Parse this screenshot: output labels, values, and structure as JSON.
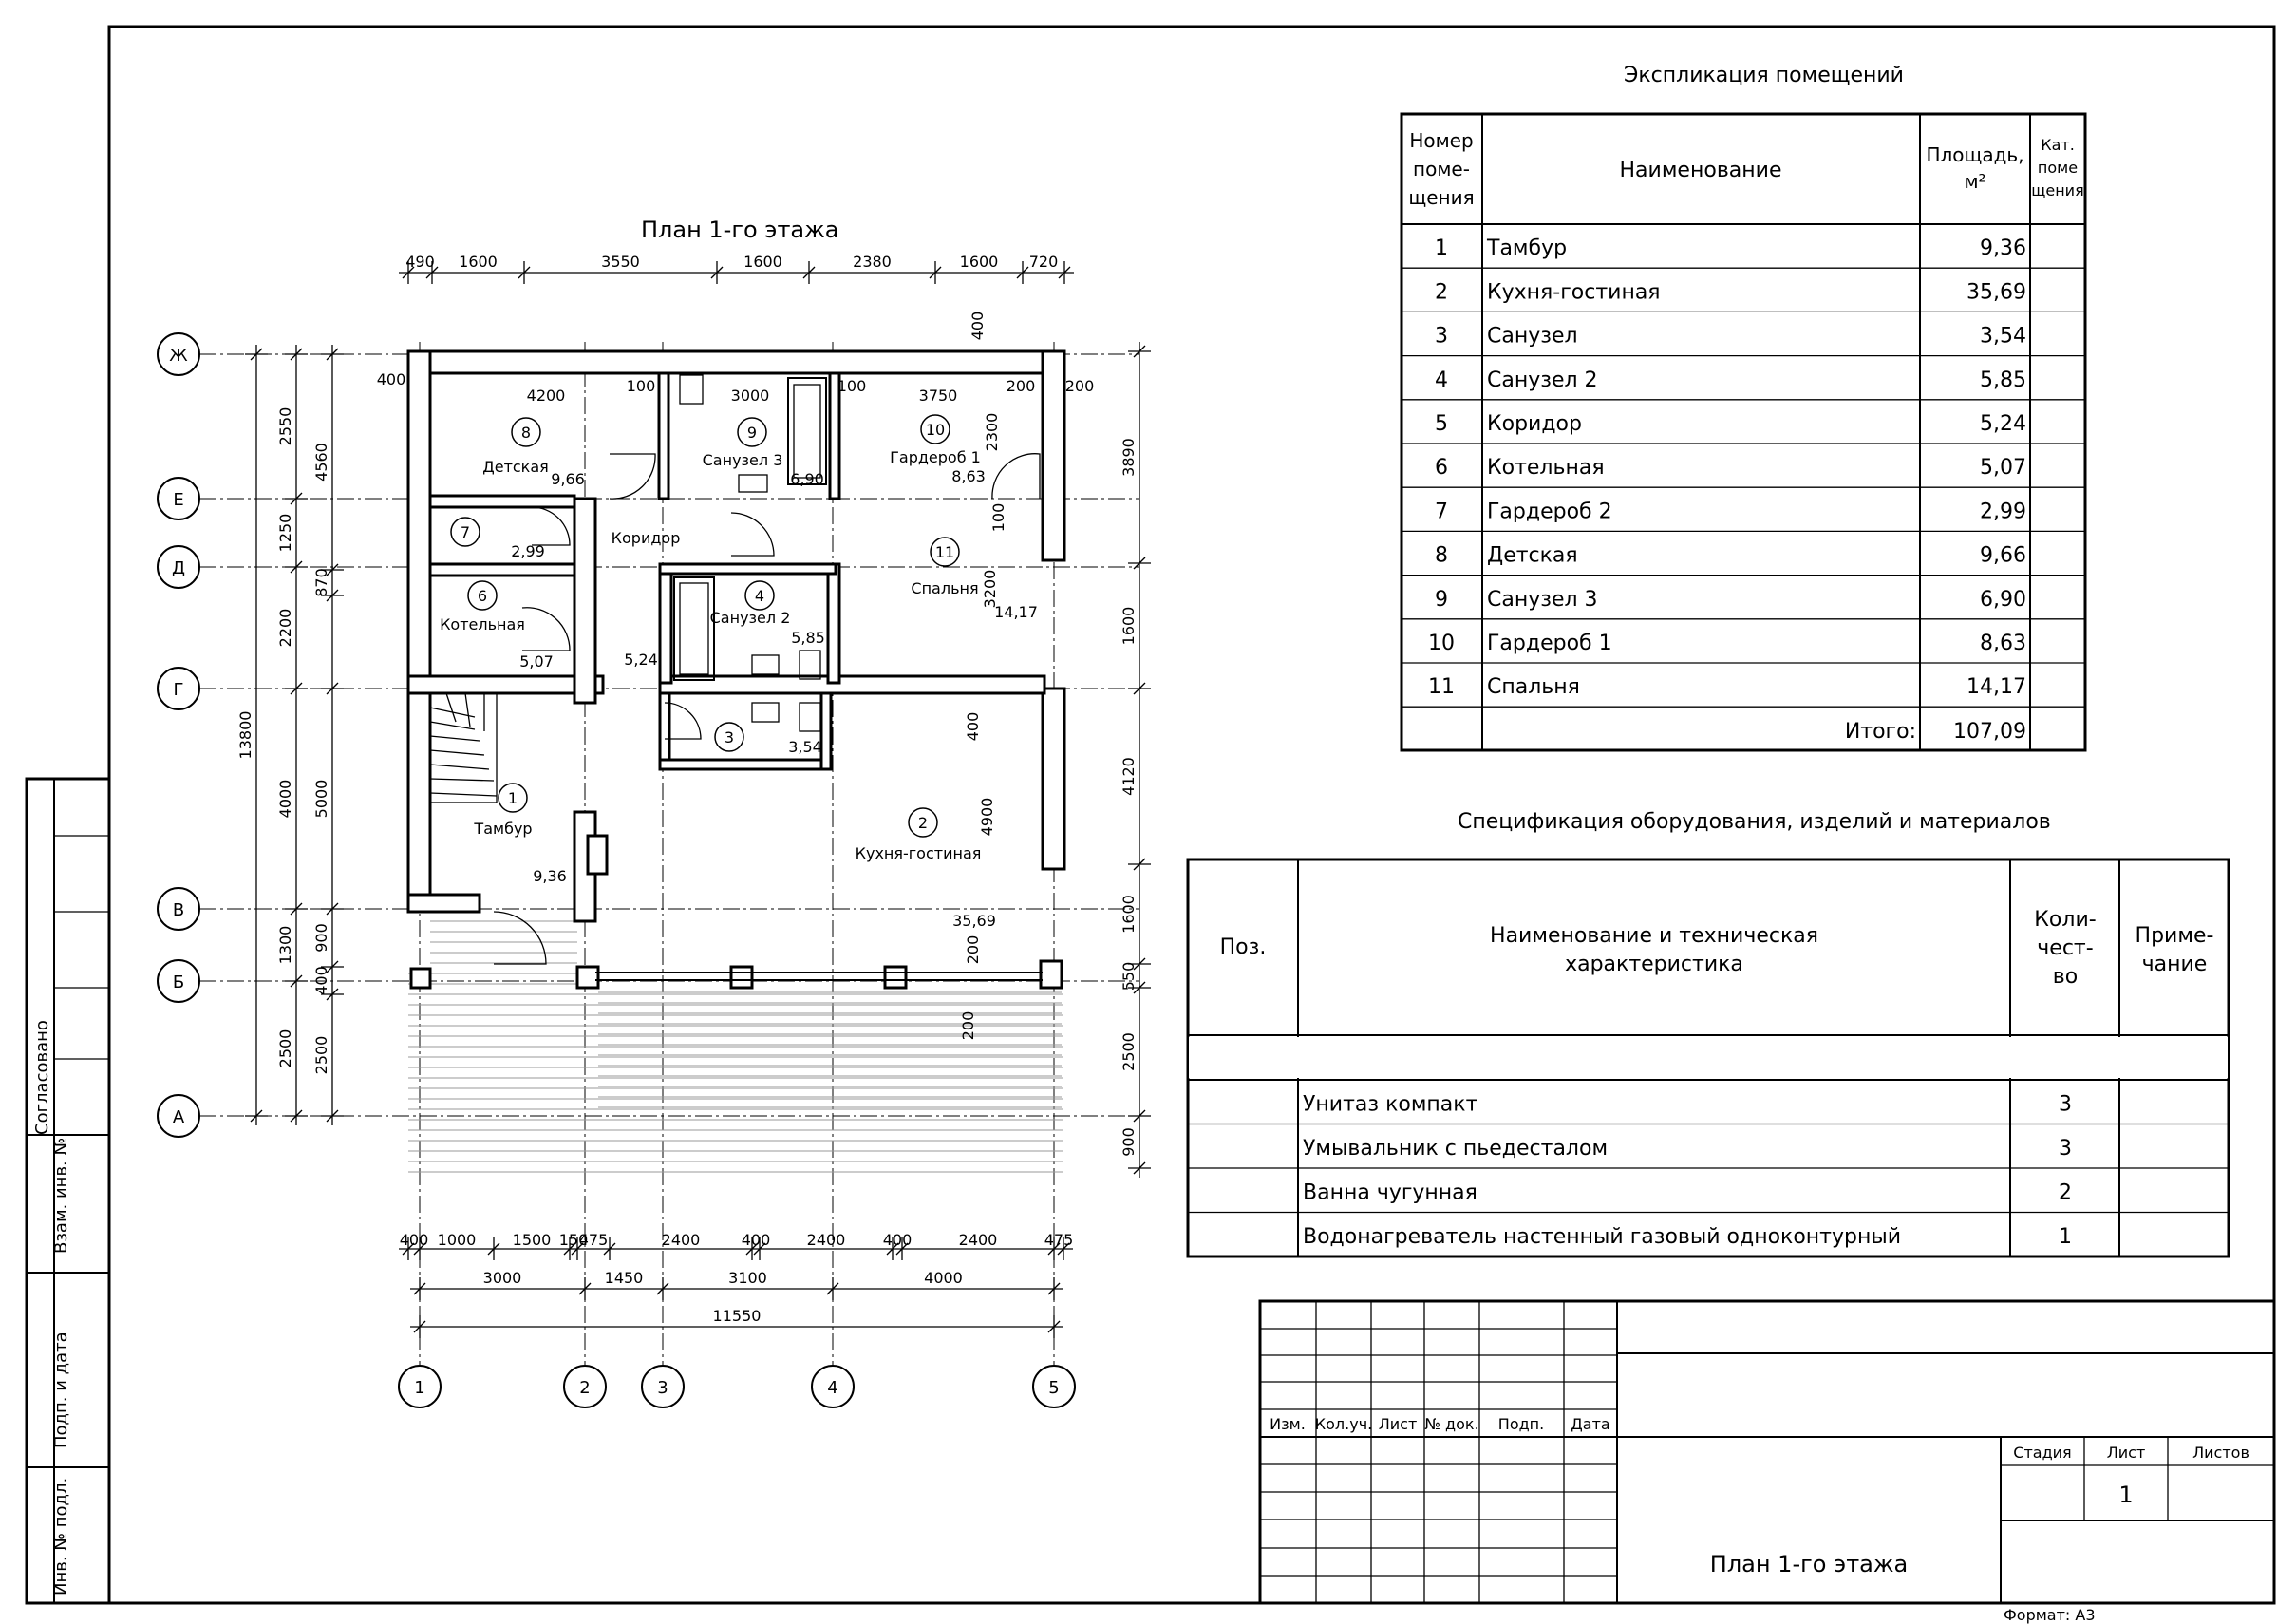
{
  "plan": {
    "title": "План 1-го этажа",
    "top_dims": [
      "490",
      "1600",
      "3550",
      "1600",
      "2380",
      "1600",
      "720"
    ],
    "bottom_dims_1": [
      "400",
      "1000",
      "1500",
      "150",
      "475",
      "2400",
      "400",
      "2400",
      "400",
      "2400",
      "475"
    ],
    "bottom_dims_2": [
      "3000",
      "1450",
      "3100",
      "4000"
    ],
    "overall_width": "11550",
    "left_outer": "13800",
    "left_dims_a": [
      "2550",
      "1250",
      "2200",
      "4000",
      "1300",
      "2500"
    ],
    "left_dims_b": [
      "4560",
      "870",
      "5000",
      "900",
      "400",
      "2500"
    ],
    "right_dims": [
      "3890",
      "1600",
      "4120",
      "1600",
      "550",
      "2500",
      "900"
    ],
    "inner_dims": [
      "400",
      "4200",
      "100",
      "3000",
      "100",
      "3750",
      "200",
      "200",
      "400",
      "2300",
      "100",
      "3200",
      "400",
      "4900",
      "200",
      "200"
    ],
    "axes_rows": [
      "Ж",
      "Е",
      "Д",
      "Г",
      "В",
      "Б",
      "А"
    ],
    "axes_cols": [
      "1",
      "2",
      "3",
      "4",
      "5"
    ],
    "rooms": [
      {
        "num": "8",
        "name": "Детская",
        "area": "9,66"
      },
      {
        "num": "9",
        "name": "Санузел 3",
        "area": "6,90"
      },
      {
        "num": "10",
        "name": "Гардероб 1",
        "area": "8,63"
      },
      {
        "num": "7",
        "name": "",
        "area": "2,99"
      },
      {
        "num": "",
        "name": "Коридор",
        "area": "5,24"
      },
      {
        "num": "11",
        "name": "Спальня",
        "area": "14,17"
      },
      {
        "num": "6",
        "name": "Котельная",
        "area": "5,07"
      },
      {
        "num": "4",
        "name": "Санузел 2",
        "area": "5,85"
      },
      {
        "num": "3",
        "name": "",
        "area": "3,54"
      },
      {
        "num": "1",
        "name": "Тамбур",
        "area": "9,36"
      },
      {
        "num": "2",
        "name": "Кухня-гостиная",
        "area": "35,69"
      }
    ]
  },
  "explication": {
    "title": "Экспликация помещений",
    "headers": {
      "num": [
        "Номер",
        "поме-",
        "щения"
      ],
      "name": "Наименование",
      "area": [
        "Площадь,",
        "м²"
      ],
      "cat": [
        "Кат.",
        "поме",
        "щения"
      ]
    },
    "rows": [
      {
        "num": "1",
        "name": "Тамбур",
        "area": "9,36"
      },
      {
        "num": "2",
        "name": "Кухня-гостиная",
        "area": "35,69"
      },
      {
        "num": "3",
        "name": "Санузел",
        "area": "3,54"
      },
      {
        "num": "4",
        "name": "Санузел 2",
        "area": "5,85"
      },
      {
        "num": "5",
        "name": "Коридор",
        "area": "5,24"
      },
      {
        "num": "6",
        "name": "Котельная",
        "area": "5,07"
      },
      {
        "num": "7",
        "name": "Гардероб 2",
        "area": "2,99"
      },
      {
        "num": "8",
        "name": "Детская",
        "area": "9,66"
      },
      {
        "num": "9",
        "name": "Санузел 3",
        "area": "6,90"
      },
      {
        "num": "10",
        "name": "Гардероб 1",
        "area": "8,63"
      },
      {
        "num": "11",
        "name": "Спальня",
        "area": "14,17"
      }
    ],
    "total_label": "Итого:",
    "total_value": "107,09"
  },
  "specification": {
    "title": "Спецификация оборудования, изделий и материалов",
    "headers": {
      "pos": "Поз.",
      "name": [
        "Наименование и техническая",
        "характеристика"
      ],
      "qty": [
        "Коли-",
        "чест-",
        "во"
      ],
      "note": [
        "Приме-",
        "чание"
      ]
    },
    "rows": [
      {
        "name": "Унитаз компакт",
        "qty": "3"
      },
      {
        "name": "Умывальник с пьедесталом",
        "qty": "3"
      },
      {
        "name": "Ванна чугунная",
        "qty": "2"
      },
      {
        "name": "Водонагреватель настенный газовый одноконтурный",
        "qty": "1"
      }
    ]
  },
  "title_block": {
    "cols": [
      "Изм.",
      "Кол.уч.",
      "Лист",
      "№ док.",
      "Подп.",
      "Дата"
    ],
    "stage_label": "Стадия",
    "sheet_label": "Лист",
    "sheets_label": "Листов",
    "sheet_value": "1",
    "drawing_name": "План 1-го этажа",
    "format": "Формат: А3"
  },
  "side_stamp": {
    "agreed": "Согласовано",
    "inv_replace": "Взам. инв. №",
    "sign_date": "Подп. и дата",
    "inv_orig": "Инв. № подл."
  }
}
